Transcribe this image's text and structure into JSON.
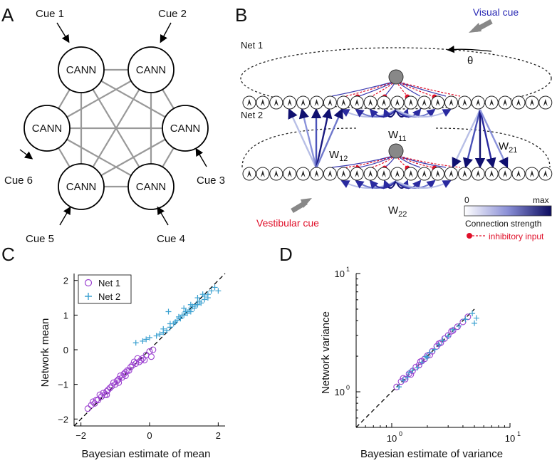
{
  "panels": {
    "A": {
      "label": "A",
      "node_label": "CANN",
      "cues": [
        "Cue 1",
        "Cue 2",
        "Cue 3",
        "Cue 4",
        "Cue 5",
        "Cue 6"
      ],
      "link_color": "#999999"
    },
    "B": {
      "label": "B",
      "net1": "Net 1",
      "net2": "Net 2",
      "visual_cue": "Visual cue",
      "vestibular_cue": "Vestibular cue",
      "theta": "θ",
      "weights": {
        "w11": "W",
        "w11_sub": "11",
        "w12": "W",
        "w12_sub": "12",
        "w21": "W",
        "w21_sub": "21",
        "w22": "W",
        "w22_sub": "22"
      },
      "colorbar": {
        "min": "0",
        "max": "max",
        "title": "Connection strength"
      },
      "inhibitory": "inhibitory input",
      "colors": {
        "visual": "#2b2bb5",
        "vestibular": "#e0102a",
        "strong": "#101070",
        "weak": "#b8bfe6",
        "neuron_top": "#888888"
      }
    },
    "C": {
      "label": "C",
      "chart_data": {
        "type": "scatter",
        "xlabel": "Bayesian estimate of mean",
        "ylabel": "Network mean",
        "xlim": [
          -2.2,
          2.2
        ],
        "ylim": [
          -2.2,
          2.2
        ],
        "xticks": [
          "−2",
          "0",
          "2"
        ],
        "yticks": [
          "−2",
          "−1",
          "0",
          "1",
          "2"
        ],
        "legend": "top-left",
        "series": [
          {
            "name": "Net 1",
            "marker": "circle",
            "color": "#9b40d0",
            "points": [
              [
                -1.8,
                -1.7
              ],
              [
                -1.7,
                -1.6
              ],
              [
                -1.6,
                -1.55
              ],
              [
                -1.5,
                -1.45
              ],
              [
                -1.4,
                -1.35
              ],
              [
                -1.3,
                -1.3
              ],
              [
                -1.25,
                -1.2
              ],
              [
                -1.2,
                -1.15
              ],
              [
                -1.1,
                -1.05
              ],
              [
                -1.0,
                -1.0
              ],
              [
                -0.95,
                -0.9
              ],
              [
                -0.9,
                -0.85
              ],
              [
                -0.8,
                -0.8
              ],
              [
                -0.75,
                -0.7
              ],
              [
                -0.7,
                -0.65
              ],
              [
                -0.6,
                -0.6
              ],
              [
                -0.55,
                -0.5
              ],
              [
                -0.5,
                -0.45
              ],
              [
                -0.4,
                -0.4
              ],
              [
                -0.3,
                -0.35
              ],
              [
                -0.25,
                -0.3
              ],
              [
                -0.2,
                -0.25
              ],
              [
                -0.1,
                -0.15
              ],
              [
                0.0,
                -0.05
              ],
              [
                0.1,
                0.0
              ],
              [
                -1.35,
                -1.25
              ],
              [
                -1.15,
                -1.1
              ],
              [
                -0.85,
                -0.75
              ],
              [
                -0.65,
                -0.6
              ],
              [
                -0.45,
                -0.35
              ],
              [
                -1.05,
                -0.95
              ],
              [
                -1.45,
                -1.3
              ],
              [
                -0.35,
                -0.25
              ],
              [
                -0.15,
                -0.3
              ],
              [
                0.05,
                -0.2
              ],
              [
                -1.65,
                -1.5
              ],
              [
                -1.55,
                -1.45
              ],
              [
                -0.9,
                -0.95
              ],
              [
                -0.7,
                -0.75
              ],
              [
                -1.25,
                -1.3
              ]
            ]
          },
          {
            "name": "Net 2",
            "marker": "plus",
            "color": "#3aa0d0",
            "points": [
              [
                -0.4,
                0.2
              ],
              [
                -0.2,
                0.25
              ],
              [
                -0.1,
                0.3
              ],
              [
                0.0,
                0.35
              ],
              [
                0.2,
                0.4
              ],
              [
                0.3,
                0.45
              ],
              [
                0.4,
                0.5
              ],
              [
                0.5,
                0.55
              ],
              [
                0.6,
                0.65
              ],
              [
                0.7,
                0.75
              ],
              [
                0.8,
                0.85
              ],
              [
                0.9,
                0.9
              ],
              [
                1.0,
                1.0
              ],
              [
                1.1,
                1.05
              ],
              [
                1.2,
                1.1
              ],
              [
                1.3,
                1.2
              ],
              [
                1.4,
                1.3
              ],
              [
                1.5,
                1.35
              ],
              [
                1.6,
                1.45
              ],
              [
                1.7,
                1.6
              ],
              [
                1.8,
                1.7
              ],
              [
                1.9,
                1.8
              ],
              [
                0.95,
                1.0
              ],
              [
                1.05,
                1.1
              ],
              [
                1.15,
                1.15
              ],
              [
                1.25,
                1.25
              ],
              [
                1.35,
                1.3
              ],
              [
                1.45,
                1.4
              ],
              [
                0.85,
                0.95
              ],
              [
                0.75,
                0.8
              ],
              [
                0.6,
                0.75
              ],
              [
                0.4,
                0.6
              ],
              [
                1.6,
                1.55
              ],
              [
                1.7,
                1.5
              ],
              [
                2.0,
                1.7
              ],
              [
                1.0,
                1.2
              ],
              [
                1.2,
                1.3
              ],
              [
                1.4,
                1.5
              ],
              [
                1.55,
                1.6
              ],
              [
                0.55,
                1.1
              ]
            ]
          }
        ]
      }
    },
    "D": {
      "label": "D",
      "chart_data": {
        "type": "scatter",
        "xlabel": "Bayesian estimate of variance",
        "ylabel": "Network variance",
        "xscale": "log",
        "yscale": "log",
        "xlim": [
          0.5,
          10
        ],
        "ylim": [
          0.5,
          10
        ],
        "xticks": [
          "10",
          "10"
        ],
        "xtick_exponents": [
          "0",
          "1"
        ],
        "yticks": [
          "10",
          "10"
        ],
        "ytick_exponents": [
          "0",
          "1"
        ],
        "series": [
          {
            "name": "Net 1",
            "marker": "circle",
            "color": "#9b40d0",
            "points": [
              [
                1.1,
                1.1
              ],
              [
                1.2,
                1.22
              ],
              [
                1.3,
                1.28
              ],
              [
                1.4,
                1.42
              ],
              [
                1.5,
                1.5
              ],
              [
                1.6,
                1.62
              ],
              [
                1.7,
                1.68
              ],
              [
                1.8,
                1.82
              ],
              [
                1.9,
                1.9
              ],
              [
                2.0,
                2.02
              ],
              [
                2.2,
                2.2
              ],
              [
                2.4,
                2.42
              ],
              [
                2.6,
                2.6
              ],
              [
                2.8,
                2.82
              ],
              [
                3.0,
                3.0
              ],
              [
                3.3,
                3.3
              ],
              [
                3.6,
                3.55
              ],
              [
                4.0,
                3.9
              ],
              [
                4.4,
                4.3
              ],
              [
                1.25,
                1.3
              ],
              [
                1.45,
                1.4
              ],
              [
                1.75,
                1.8
              ],
              [
                2.1,
                2.05
              ],
              [
                2.5,
                2.55
              ],
              [
                3.2,
                3.25
              ]
            ]
          },
          {
            "name": "Net 2",
            "marker": "plus",
            "color": "#3aa0d0",
            "points": [
              [
                1.15,
                1.1
              ],
              [
                1.25,
                1.25
              ],
              [
                1.35,
                1.33
              ],
              [
                1.5,
                1.52
              ],
              [
                1.65,
                1.6
              ],
              [
                1.8,
                1.78
              ],
              [
                1.95,
                1.98
              ],
              [
                2.1,
                2.15
              ],
              [
                2.3,
                2.28
              ],
              [
                2.5,
                2.5
              ],
              [
                2.7,
                2.72
              ],
              [
                3.0,
                2.95
              ],
              [
                3.3,
                3.35
              ],
              [
                3.7,
                3.6
              ],
              [
                4.2,
                4.1
              ],
              [
                4.8,
                4.6
              ],
              [
                5.0,
                3.8
              ],
              [
                5.2,
                4.2
              ],
              [
                1.4,
                1.45
              ],
              [
                2.0,
                1.95
              ]
            ]
          }
        ]
      }
    }
  }
}
